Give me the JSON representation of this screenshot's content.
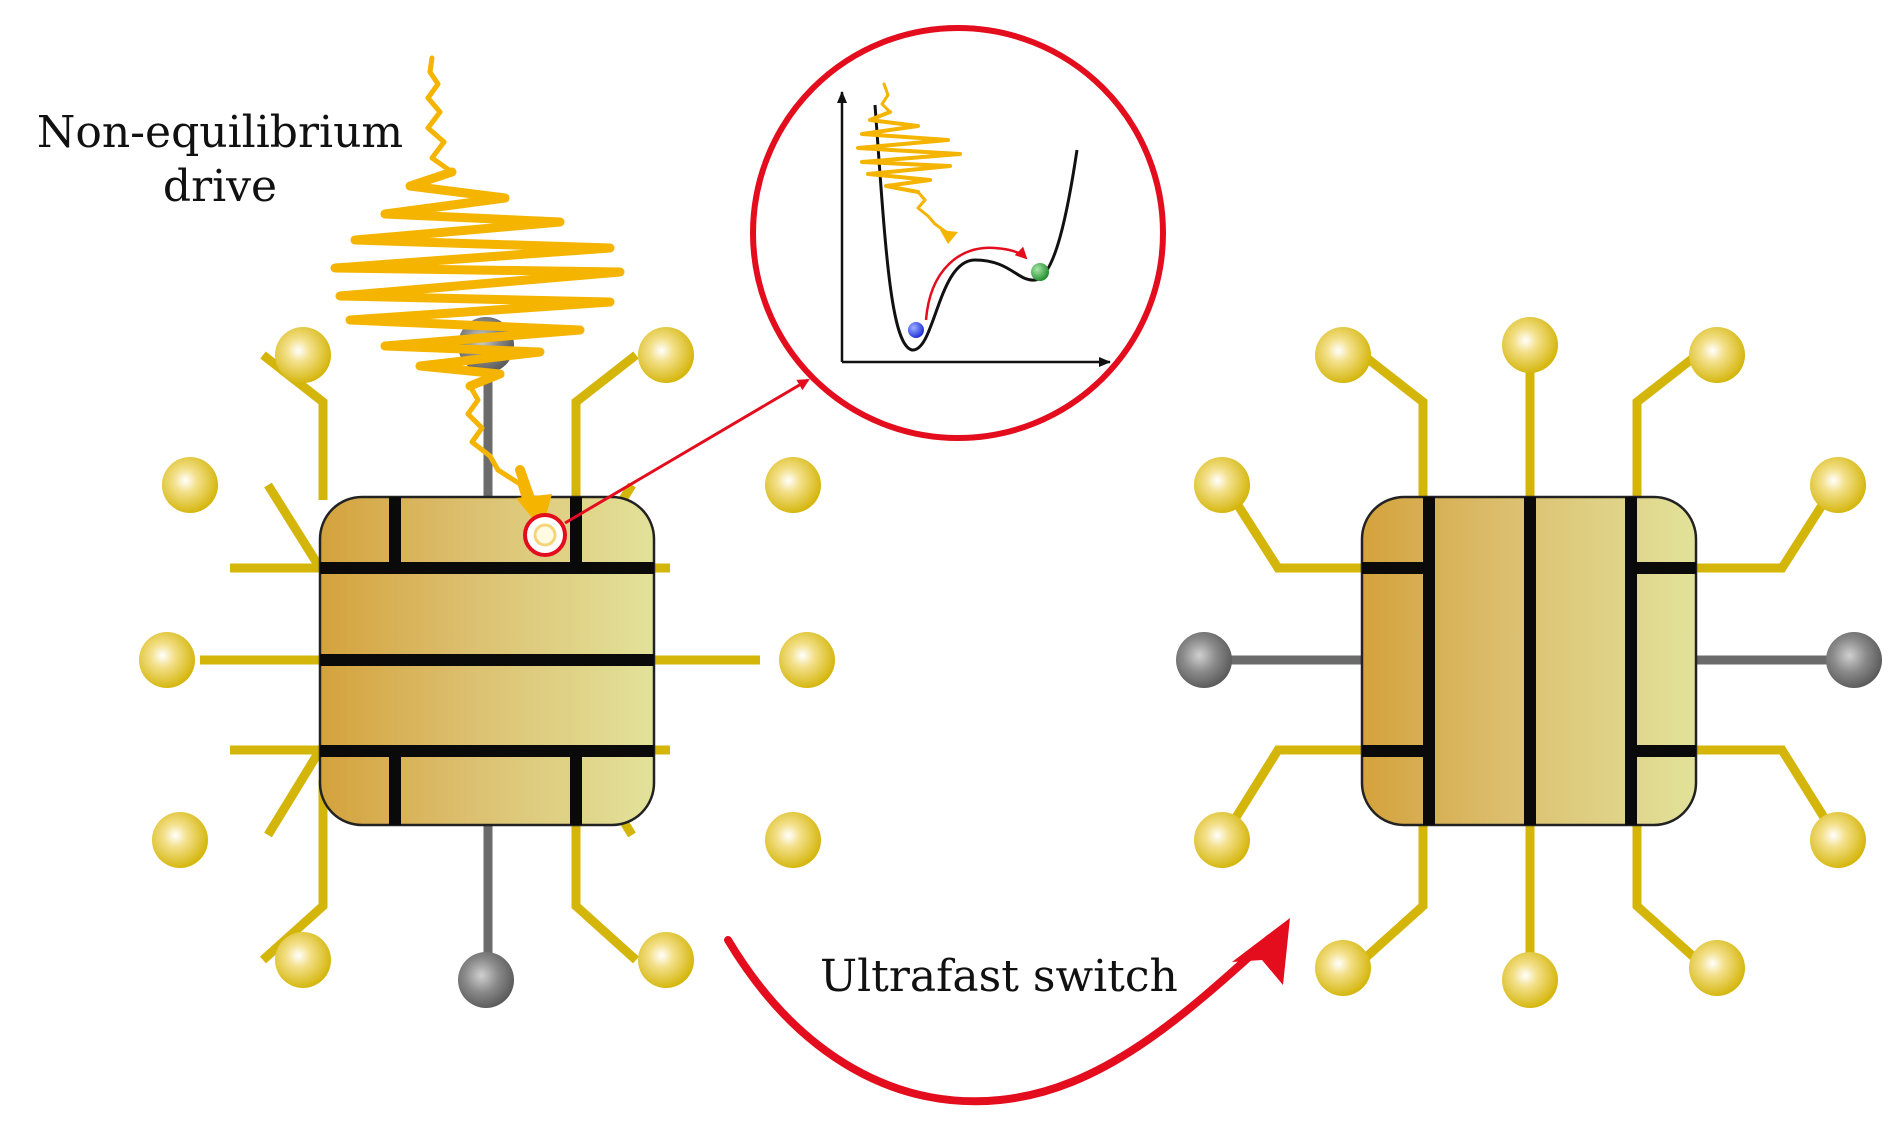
{
  "labels": {
    "drive_line1": "Non-equilibrium",
    "drive_line2": "drive",
    "switch": "Ultrafast switch"
  },
  "icons": {
    "left_chip": "chip-icon",
    "right_chip": "chip-icon",
    "laser_pulse": "laser-pulse-icon",
    "zoom_inset": "double-well-potential-icon"
  },
  "colors": {
    "pin_gold": "#d4b50a",
    "pin_gray": "#6b6b6b",
    "chip_dark": "#d4a23c",
    "chip_light": "#e2e29a",
    "pulse_orange": "#f5b400",
    "accent_red": "#e30d1e",
    "lane_black": "#0a0a0a",
    "ball_blue": "#1a2bd8",
    "ball_green": "#1d8a2a"
  }
}
